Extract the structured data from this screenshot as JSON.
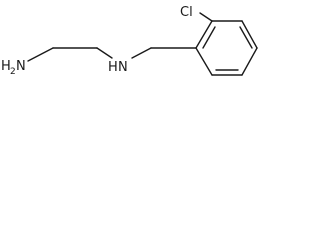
{
  "molecule": {
    "atoms": {
      "amine_left": "H2N",
      "amine_left_main": "H",
      "amine_left_sub": "2",
      "amine_left_tail": "N",
      "amine_middle": "H",
      "amine_middle_n": "N",
      "halogen": "Cl"
    }
  },
  "colors": {
    "bond": "#1a1a1a",
    "text": "#1a1a1a",
    "background": "#ffffff"
  }
}
